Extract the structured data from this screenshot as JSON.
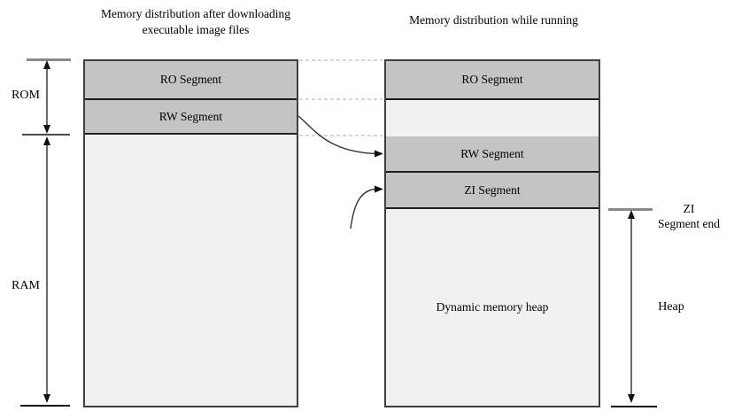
{
  "titles": {
    "left": "Memory distribution after downloading executable image files",
    "right": "Memory distribution while running"
  },
  "left_column": {
    "ro": "RO Segment",
    "rw": "RW Segment"
  },
  "right_column": {
    "ro": "RO Segment",
    "rw": "RW Segment",
    "zi": "ZI Segment",
    "heap": "Dynamic memory heap"
  },
  "side_labels": {
    "rom": "ROM",
    "ram": "RAM",
    "zi_end_line1": "ZI",
    "zi_end_line2": "Segment end",
    "heap": "Heap"
  },
  "colors": {
    "segment_fill": "#c4c4c4",
    "light_fill": "#f1f1f1",
    "border": "#3f3f3f",
    "dashed_line": "#c9c9c9",
    "background": "#ffffff"
  }
}
